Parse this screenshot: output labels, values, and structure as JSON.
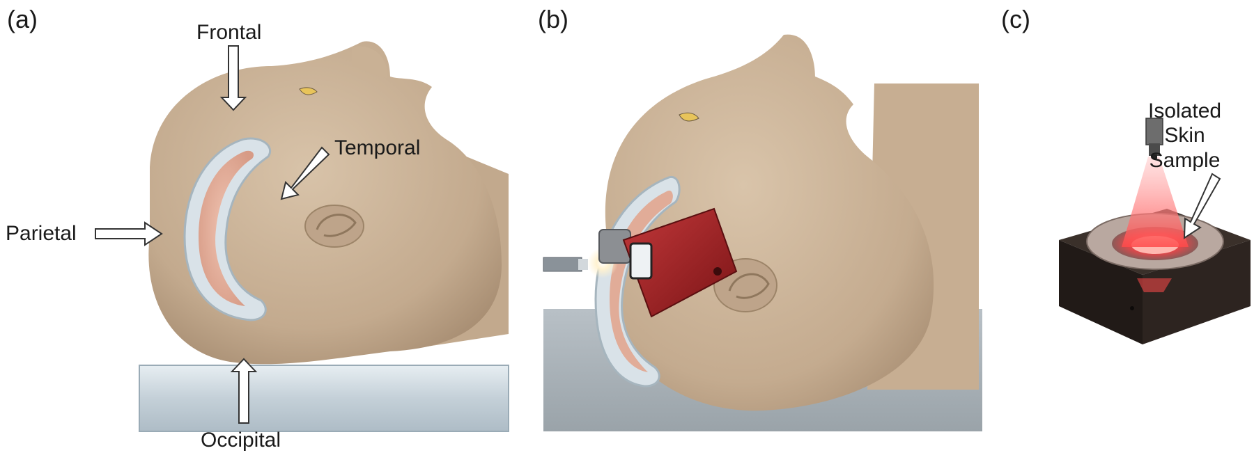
{
  "panels": {
    "a": {
      "letter": "(a)",
      "labels": {
        "frontal": "Frontal",
        "temporal": "Temporal",
        "parietal": "Parietal",
        "occipital": "Occipital"
      }
    },
    "b": {
      "letter": "(b)"
    },
    "c": {
      "letter": "(c)",
      "sample_label": [
        "Isolated",
        "Skin",
        "Sample"
      ]
    }
  },
  "colors": {
    "skin": "#cbb49a",
    "skin_shadow": "#a88f75",
    "tissue": "#e6b5a2",
    "rim": "#d9e1e6",
    "table": "#c7d3da",
    "device_red": "#9c1f22",
    "base_box": "#2a221e",
    "glow": "#ff4a4a"
  }
}
